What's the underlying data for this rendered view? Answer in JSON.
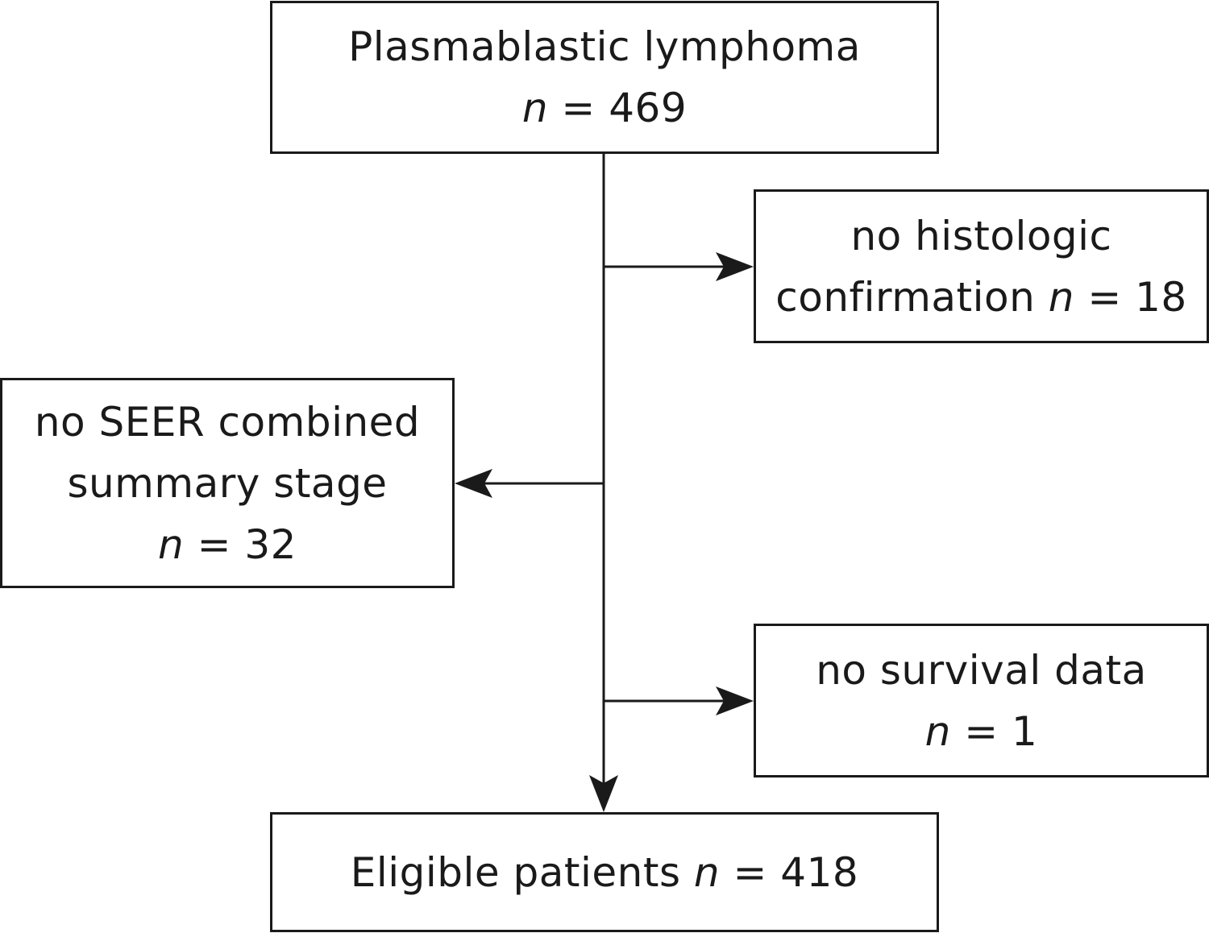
{
  "boxes": {
    "total": {
      "title": "Plasmablastic lymphoma",
      "n_symbol": "n",
      "n_text": " = 469"
    },
    "histologic": {
      "line1": "no histologic",
      "line2": "confirmation ",
      "n_symbol": "n",
      "n_text": " = 18"
    },
    "seer": {
      "line1": "no SEER combined",
      "line2": "summary stage",
      "n_symbol": "n",
      "n_text": " = 32"
    },
    "survival": {
      "line1": "no survival data",
      "n_symbol": "n",
      "n_text": " = 1"
    },
    "eligible": {
      "title": "Eligible patients ",
      "n_symbol": "n",
      "n_text": " = 418"
    }
  },
  "colors": {
    "stroke": "#1a1a1a",
    "background": "#ffffff"
  }
}
